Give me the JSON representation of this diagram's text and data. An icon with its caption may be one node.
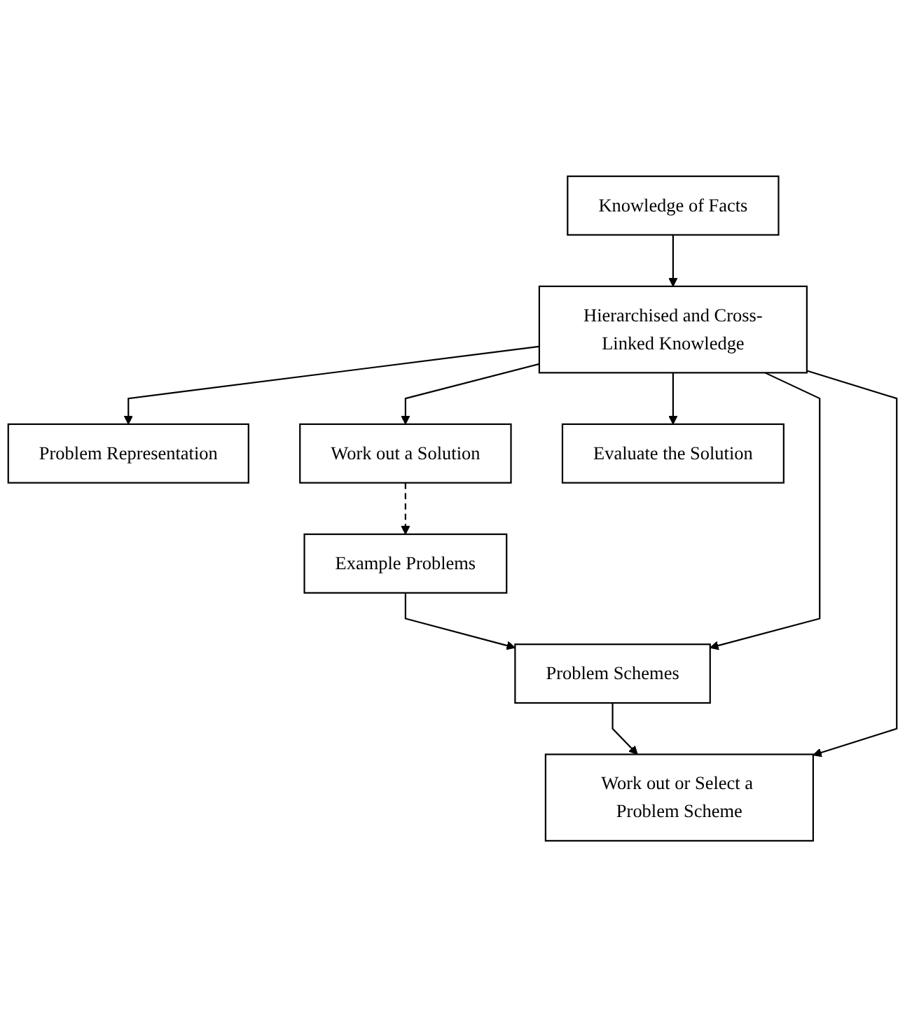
{
  "diagram": {
    "nodes": [
      {
        "text": [
          "Example Problems"
        ]
      },
      {
        "text": [
          "Knowledge of Facts"
        ]
      },
      {
        "text": [
          "Problem Schemes"
        ]
      },
      {
        "text": [
          "Hierarchised and Cross-Linked Knowledge"
        ]
      },
      {
        "text": [
          "Problem Representation"
        ]
      },
      {
        "text": [
          "Work out or Select a Problem Scheme"
        ]
      },
      {
        "text": [
          "Work out a Solution"
        ]
      },
      {
        "text": [
          "Evaluate the Solution"
        ]
      }
    ],
    "edges": [
      {
        "from": 0,
        "to": 2,
        "arrow": "to"
      },
      {
        "from": 1,
        "to": 3,
        "arrow": "to"
      },
      {
        "from": 3,
        "to": 2,
        "arrow": "to"
      },
      {
        "from": 2,
        "to": 5,
        "arrow": "to"
      },
      {
        "from": 3,
        "to": 4,
        "arrow": "to"
      },
      {
        "from": 3,
        "to": 5,
        "arrow": "to"
      },
      {
        "from": 3,
        "to": 6,
        "arrow": "to"
      },
      {
        "from": 3,
        "to": 7,
        "arrow": "to"
      },
      {
        "from": 6,
        "to": 0,
        "arrow": "to",
        "style": "dashed"
      }
    ]
  }
}
